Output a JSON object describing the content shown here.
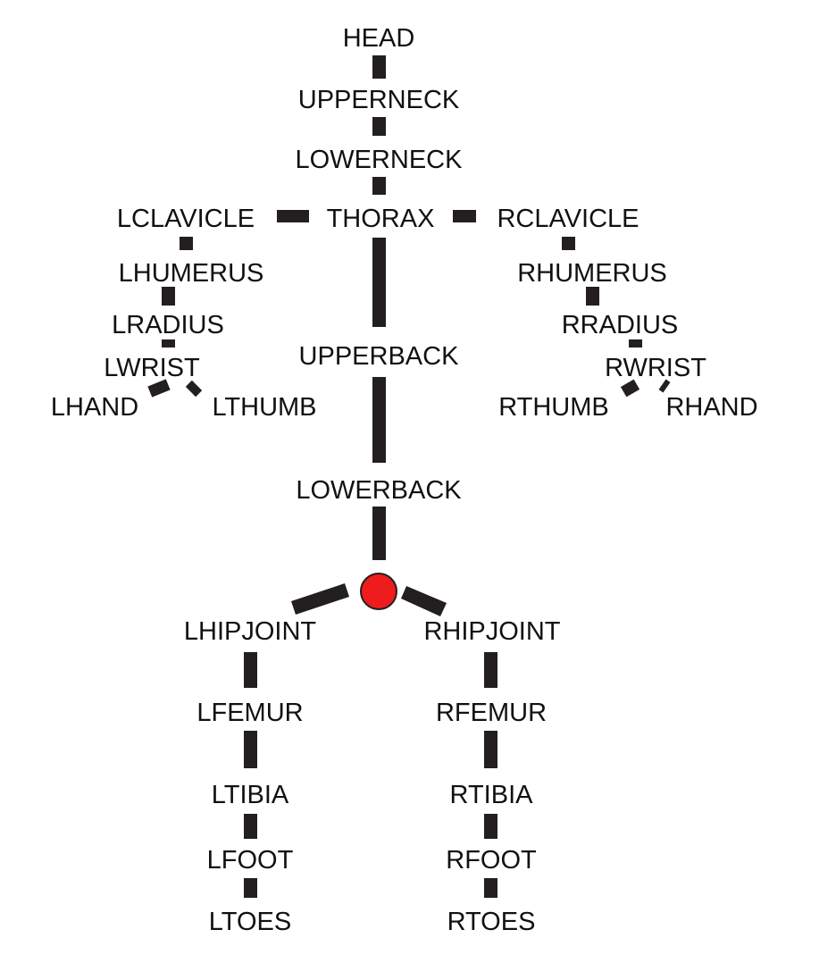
{
  "diagram": {
    "colors": {
      "bone": "#231f20",
      "root": "#ee1c1c",
      "text": "#111111",
      "background": "#ffffff"
    },
    "joints": {
      "head": "HEAD",
      "upperneck": "UPPERNECK",
      "lowerneck": "LOWERNECK",
      "thorax": "THORAX",
      "lclavicle": "LCLAVICLE",
      "rclavicle": "RCLAVICLE",
      "lhumerus": "LHUMERUS",
      "rhumerus": "RHUMERUS",
      "lradius": "LRADIUS",
      "rradius": "RRADIUS",
      "lwrist": "LWRIST",
      "rwrist": "RWRIST",
      "lhand": "LHAND",
      "lthumb": "LTHUMB",
      "rthumb": "RTHUMB",
      "rhand": "RHAND",
      "upperback": "UPPERBACK",
      "lowerback": "LOWERBACK",
      "lhipjoint": "LHIPJOINT",
      "rhipjoint": "RHIPJOINT",
      "lfemur": "LFEMUR",
      "rfemur": "RFEMUR",
      "ltibia": "LTIBIA",
      "rtibia": "RTIBIA",
      "lfoot": "LFOOT",
      "rfoot": "RFOOT",
      "ltoes": "LTOES",
      "rtoes": "RTOES"
    }
  }
}
